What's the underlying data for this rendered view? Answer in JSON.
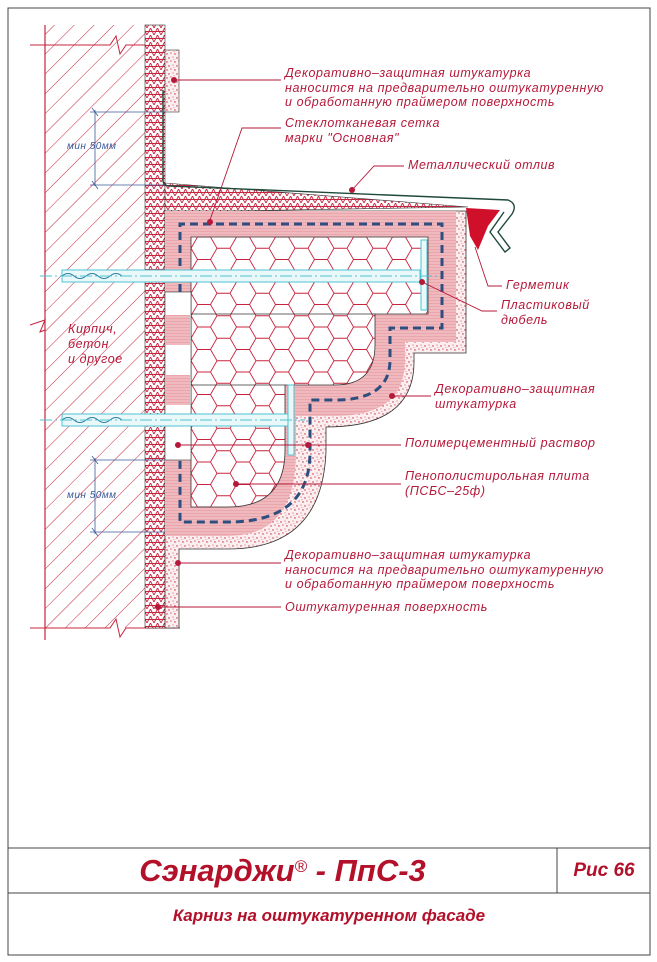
{
  "labels": {
    "top_plaster": [
      "Декоративно–защитная штукатурка",
      "наносится на предварительно оштукатуренную",
      "и обработанную праймером поверхность"
    ],
    "mesh": [
      "Стеклотканевая сетка",
      "марки \"Основная\""
    ],
    "flashing": "Металлический отлив",
    "sealant": "Герметик",
    "dowel": [
      "Пластиковый",
      "дюбель"
    ],
    "decor_plaster": [
      "Декоративно–защитная",
      "штукатурка"
    ],
    "mortar": "Полимерцементный раствор",
    "foam": [
      "Пенополистирольная плита",
      "(ПСБС–25ф)"
    ],
    "bottom_plaster": [
      "Декоративно–защитная штукатурка",
      "наносится на предварительно оштукатуренную",
      "и обработанную праймером поверхность"
    ],
    "plastered_surface": "Оштукатуренная поверхность",
    "wall": [
      "Кирпич,",
      "бетон",
      "и другое"
    ]
  },
  "dimensions": {
    "top": "мин 50мм",
    "bottom": "мин 50мм"
  },
  "title_block": {
    "brand": "Сэнарджи",
    "reg_mark": "®",
    "product": " - ПпС-3",
    "figure": "Рис 66",
    "subtitle": "Карниз на оштукатуренном фасаде"
  },
  "colors": {
    "accent": "#b5193a",
    "mortar": "#f0b9bd",
    "dowel": "#4fc3d0",
    "dimension": "#3a5a9a"
  }
}
